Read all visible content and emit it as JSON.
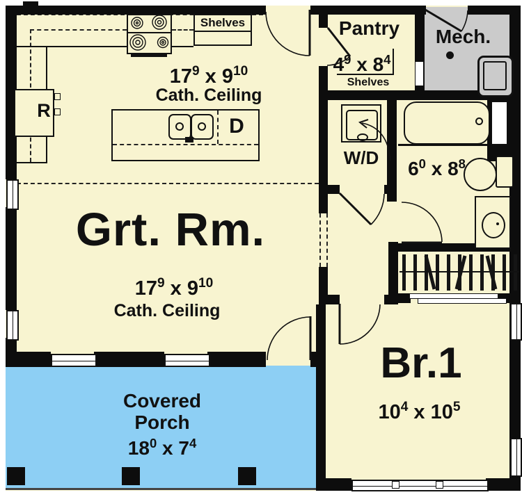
{
  "palette": {
    "floor": "#F8F4D0",
    "porch": "#8DCFF4",
    "mech_room": "#CBCBCB",
    "wall": "#0D0D0D",
    "line": "#111111"
  },
  "rooms": {
    "great_room": {
      "name": "Grt. Rm.",
      "ceiling": "Cath. Ceiling",
      "dim": {
        "w": "17",
        "w_sup": "9",
        "sep": " x ",
        "h": "9",
        "h_sup": "10"
      }
    },
    "kitchen": {
      "ceiling": "Cath. Ceiling",
      "dim": {
        "w": "17",
        "w_sup": "9",
        "sep": " x ",
        "h": "9",
        "h_sup": "10"
      },
      "shelves_label": "Shelves",
      "fridge_label": "R",
      "dishwasher_label": "D"
    },
    "pantry": {
      "name": "Pantry",
      "dim": {
        "w": "4",
        "w_sup": "9",
        "sep": " x ",
        "h": "8",
        "h_sup": "4"
      },
      "shelves_label": "Shelves"
    },
    "mech": {
      "name": "Mech."
    },
    "laundry": {
      "label": "W/D"
    },
    "bath": {
      "dim": {
        "w": "6",
        "w_sup": "0",
        "sep": " x ",
        "h": "8",
        "h_sup": "8"
      }
    },
    "bedroom": {
      "name": "Br.1",
      "dim": {
        "w": "10",
        "w_sup": "4",
        "sep": " x ",
        "h": "10",
        "h_sup": "5"
      }
    },
    "porch": {
      "name_line1": "Covered",
      "name_line2": "Porch",
      "dim": {
        "w": "18",
        "w_sup": "0",
        "sep": " x ",
        "h": "7",
        "h_sup": "4"
      }
    }
  }
}
